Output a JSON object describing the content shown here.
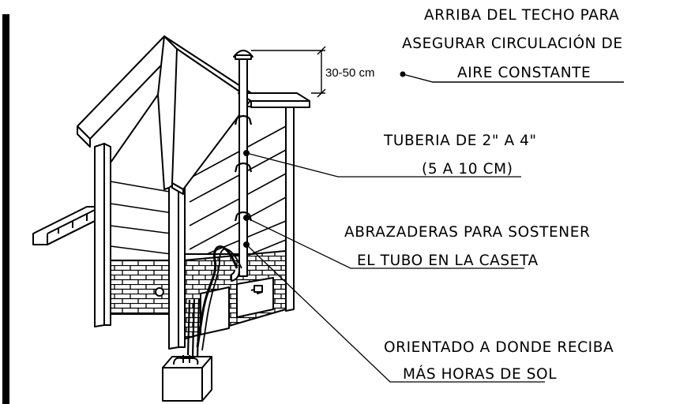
{
  "labels": {
    "top_line1": "ARRIBA DEL TECHO PARA",
    "top_line2": "ASEGURAR  CIRCULACIÓN DE",
    "top_line3": "AIRE CONSTANTE",
    "pipe_line1": "TUBERIA DE 2\" A 4\"",
    "pipe_line2": "(5 A 10 CM)",
    "clamp_line1": "ABRAZADERAS PARA SOSTENER",
    "clamp_line2": "EL TUBO EN LA CASETA",
    "sun_line1": "ORIENTADO A DONDE RECIBA",
    "sun_line2": "MÁS HORAS DE SOL"
  },
  "dimension": "30-50 cm"
}
